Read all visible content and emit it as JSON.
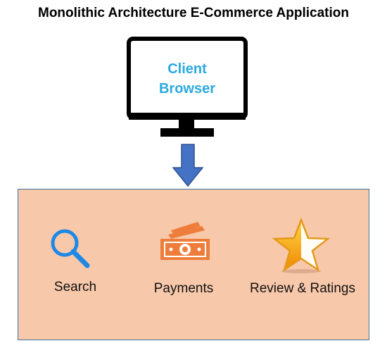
{
  "title": "Monolithic Architecture E-Commerce Application",
  "client": {
    "line1": "Client",
    "line2": "Browser"
  },
  "modules": [
    {
      "label": "Search",
      "icon": "search-icon"
    },
    {
      "label": "Payments",
      "icon": "payment-money-icon"
    },
    {
      "label": "Review & Ratings",
      "icon": "star-rating-icon"
    }
  ],
  "colors": {
    "client_text": "#2aa9e0",
    "arrow": "#4472c4",
    "app_box_fill": "#f8c8aa",
    "app_box_border": "#41719c",
    "search_icon": "#1e88e5",
    "payments_icon": "#ee7d3b",
    "star_icon": "#f5a623"
  }
}
